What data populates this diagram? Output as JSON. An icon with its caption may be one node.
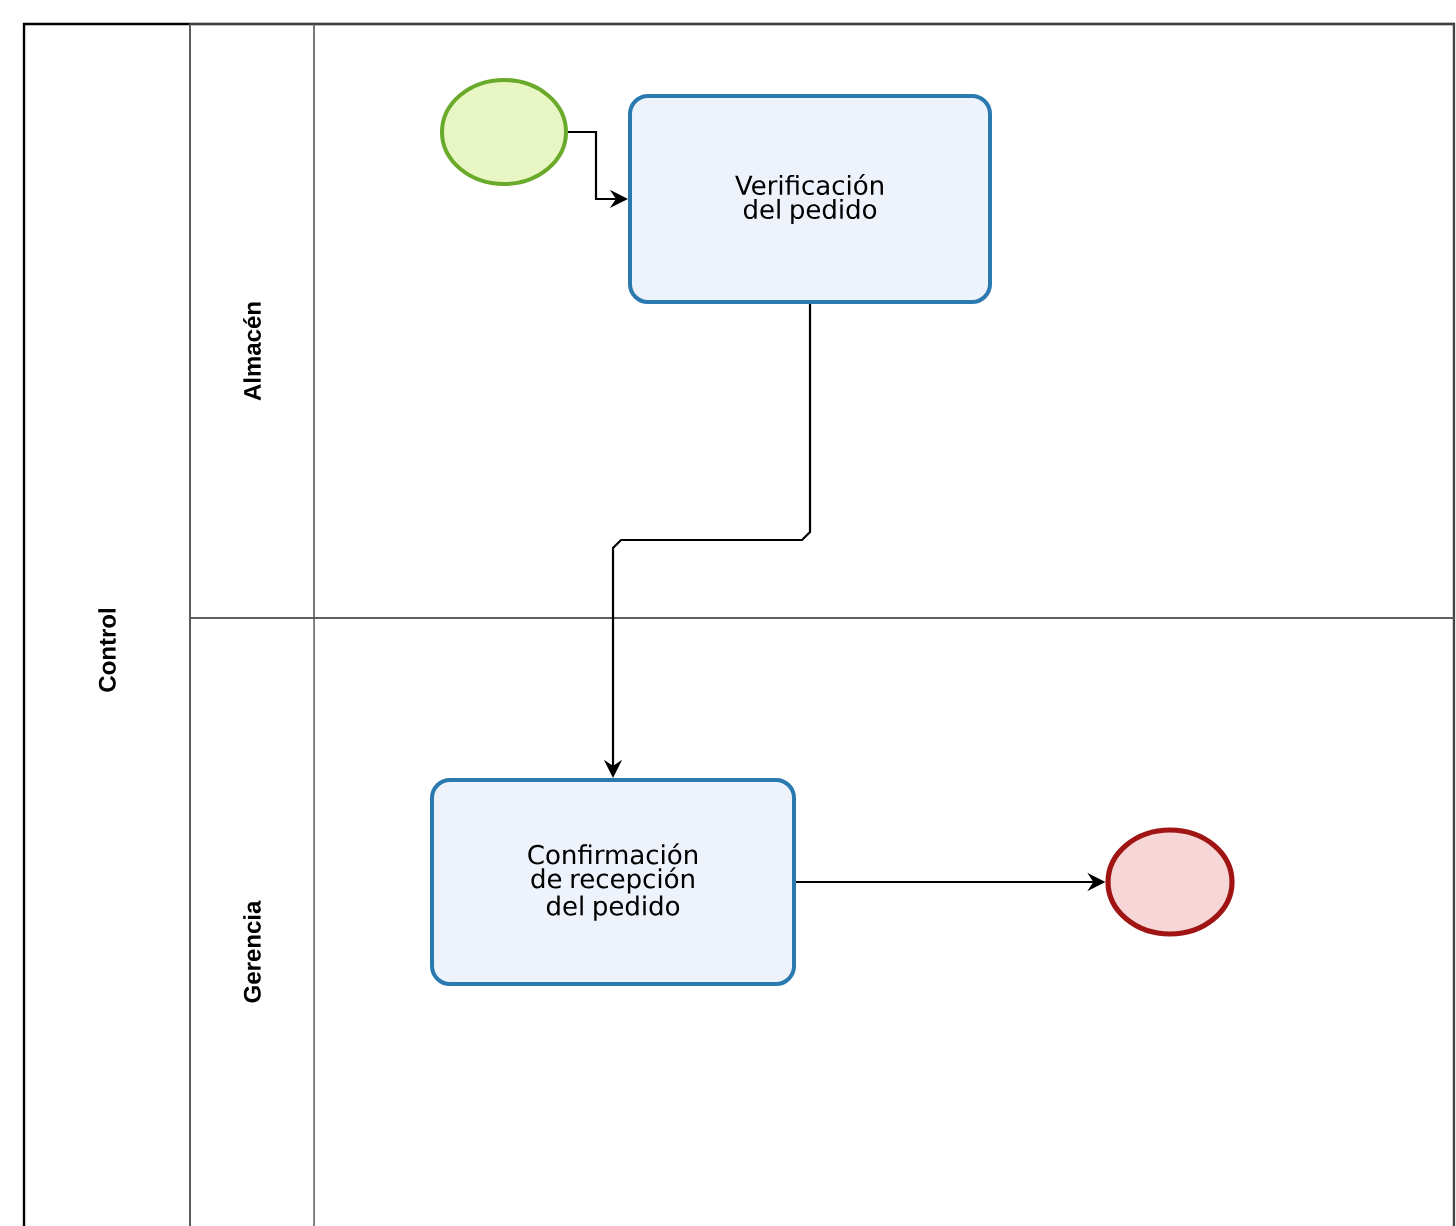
{
  "diagram": {
    "nodes": [
      {
        "text": [
          "Control"
        ]
      },
      {
        "text": [
          "Almacén"
        ],
        "in": 0
      },
      {
        "text": [
          "Gerencia"
        ],
        "in": 0
      },
      {
        "text": [],
        "shape": "circle",
        "in": 1
      },
      {
        "text": [
          "Verificación del pedido"
        ],
        "in": 1
      },
      {
        "text": [
          "Confirmación de recepción del pedido"
        ],
        "in": 2
      },
      {
        "text": [],
        "shape": "circle",
        "in": 2
      }
    ],
    "edges": [
      {
        "from": 3,
        "to": 4,
        "arrow": "to"
      },
      {
        "from": 4,
        "to": 5,
        "arrow": "to"
      },
      {
        "from": 5,
        "to": 6,
        "arrow": "to"
      }
    ]
  }
}
